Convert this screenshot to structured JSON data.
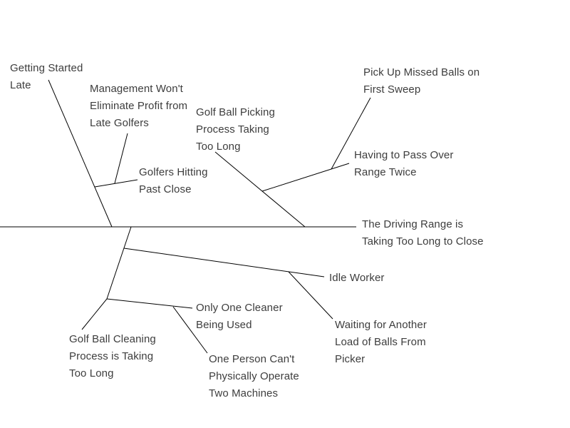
{
  "diagram_type": "fishbone-cause-effect",
  "effect_label": "The Driving Range is\nTaking Too Long to Close",
  "causes": {
    "getting_started_late": "Getting Started\nLate",
    "management_wont_eliminate": "Management Won't\nEliminate Profit from\nLate Golfers",
    "golfers_hitting_past_close": "Golfers Hitting\nPast Close",
    "golf_ball_picking": "Golf Ball Picking\nProcess Taking\nToo Long",
    "having_to_pass_over": "Having to Pass Over\nRange Twice",
    "pick_up_missed_balls": "Pick Up Missed Balls on\nFirst Sweep",
    "idle_worker": "Idle Worker",
    "waiting_for_load": "Waiting for Another\nLoad of Balls From\nPicker",
    "golf_ball_cleaning": "Golf Ball Cleaning\nProcess is Taking\nToo Long",
    "only_one_cleaner": "Only One Cleaner\nBeing Used",
    "one_person_cant": "One Person Can't\nPhysically Operate\nTwo Machines"
  },
  "colors": {
    "line": "#000000",
    "text": "#3d3d3d",
    "background": "#ffffff"
  }
}
